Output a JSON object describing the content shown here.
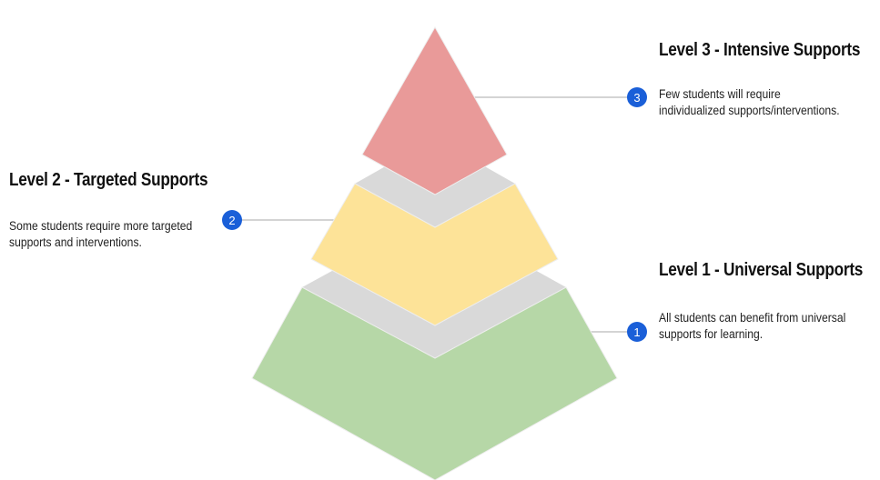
{
  "levels": [
    {
      "number": "3",
      "title": "Level 3 - Intensive Supports",
      "description_lines": [
        "Few students will require",
        "individualized supports/interventions."
      ],
      "color": "#e99a99"
    },
    {
      "number": "2",
      "title": "Level 2 - Targeted Supports",
      "description_lines": [
        "Some students require more targeted",
        "supports and interventions."
      ],
      "color": "#fde398"
    },
    {
      "number": "1",
      "title": "Level 1 - Universal Supports",
      "description_lines": [
        "All students can benefit from universal",
        "supports for learning."
      ],
      "color": "#b6d7a7"
    }
  ],
  "colors": {
    "marker_fill": "#1a5fd8",
    "connector_line": "#bbbbbb",
    "gap_gray": "#d9d9d9",
    "pyramid_edge": "#eeeeee"
  }
}
